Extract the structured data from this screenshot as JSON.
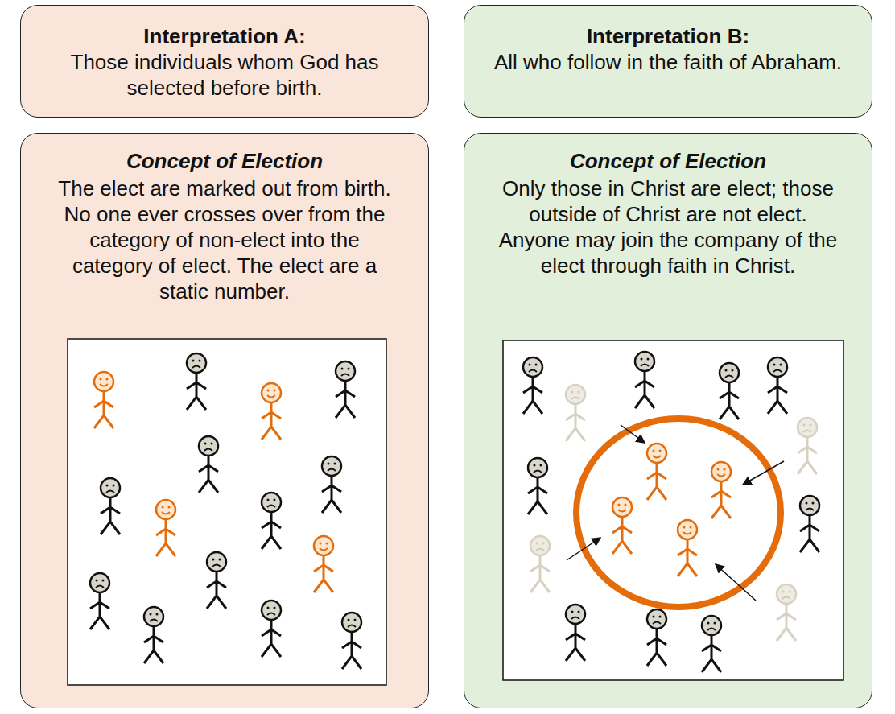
{
  "diagram": {
    "nodes": [
      {
        "text": [
          "Interpretation A:",
          "Those individuals whom God has selected before birth."
        ]
      },
      {
        "text": [
          "Concept of Election",
          "The elect are marked out from birth. No one ever crosses over from the category of non-elect into the category of elect. The elect are a static number."
        ]
      },
      {
        "text": [
          "Interpretation B:",
          "All who follow in the faith of Abraham."
        ]
      },
      {
        "text": [
          "Concept of Election",
          "Only those in Christ are elect; those outside of Christ are not elect. Anyone may join the company of the elect through faith in Christ."
        ]
      }
    ]
  }
}
